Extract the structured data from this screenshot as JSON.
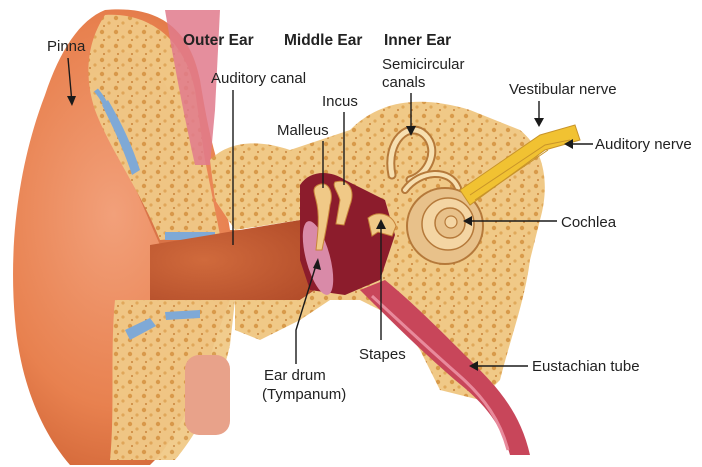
{
  "headings": {
    "outer_ear": "Outer Ear",
    "middle_ear": "Middle Ear",
    "inner_ear": "Inner Ear"
  },
  "labels": {
    "pinna": "Pinna",
    "auditory_canal": "Auditory canal",
    "incus": "Incus",
    "malleus": "Malleus",
    "semicircular_line1": "Semicircular",
    "semicircular_line2": "canals",
    "vestibular_nerve": "Vestibular nerve",
    "auditory_nerve": "Auditory nerve",
    "cochlea": "Cochlea",
    "stapes": "Stapes",
    "eustachian_tube": "Eustachian tube",
    "ear_drum_line1": "Ear drum",
    "ear_drum_line2": "(Tympanum)"
  },
  "colors": {
    "skin": "#e8814f",
    "skin_dark": "#c85a2c",
    "bone": "#f0c987",
    "bone_light": "#f7dfb0",
    "cartilage_blue": "#7fa9d6",
    "canal_pink": "#e07a8c",
    "middle_ear_dark": "#8c1c2c",
    "nerve_yellow": "#f1c232",
    "cochlea": "#f4d5a3"
  }
}
